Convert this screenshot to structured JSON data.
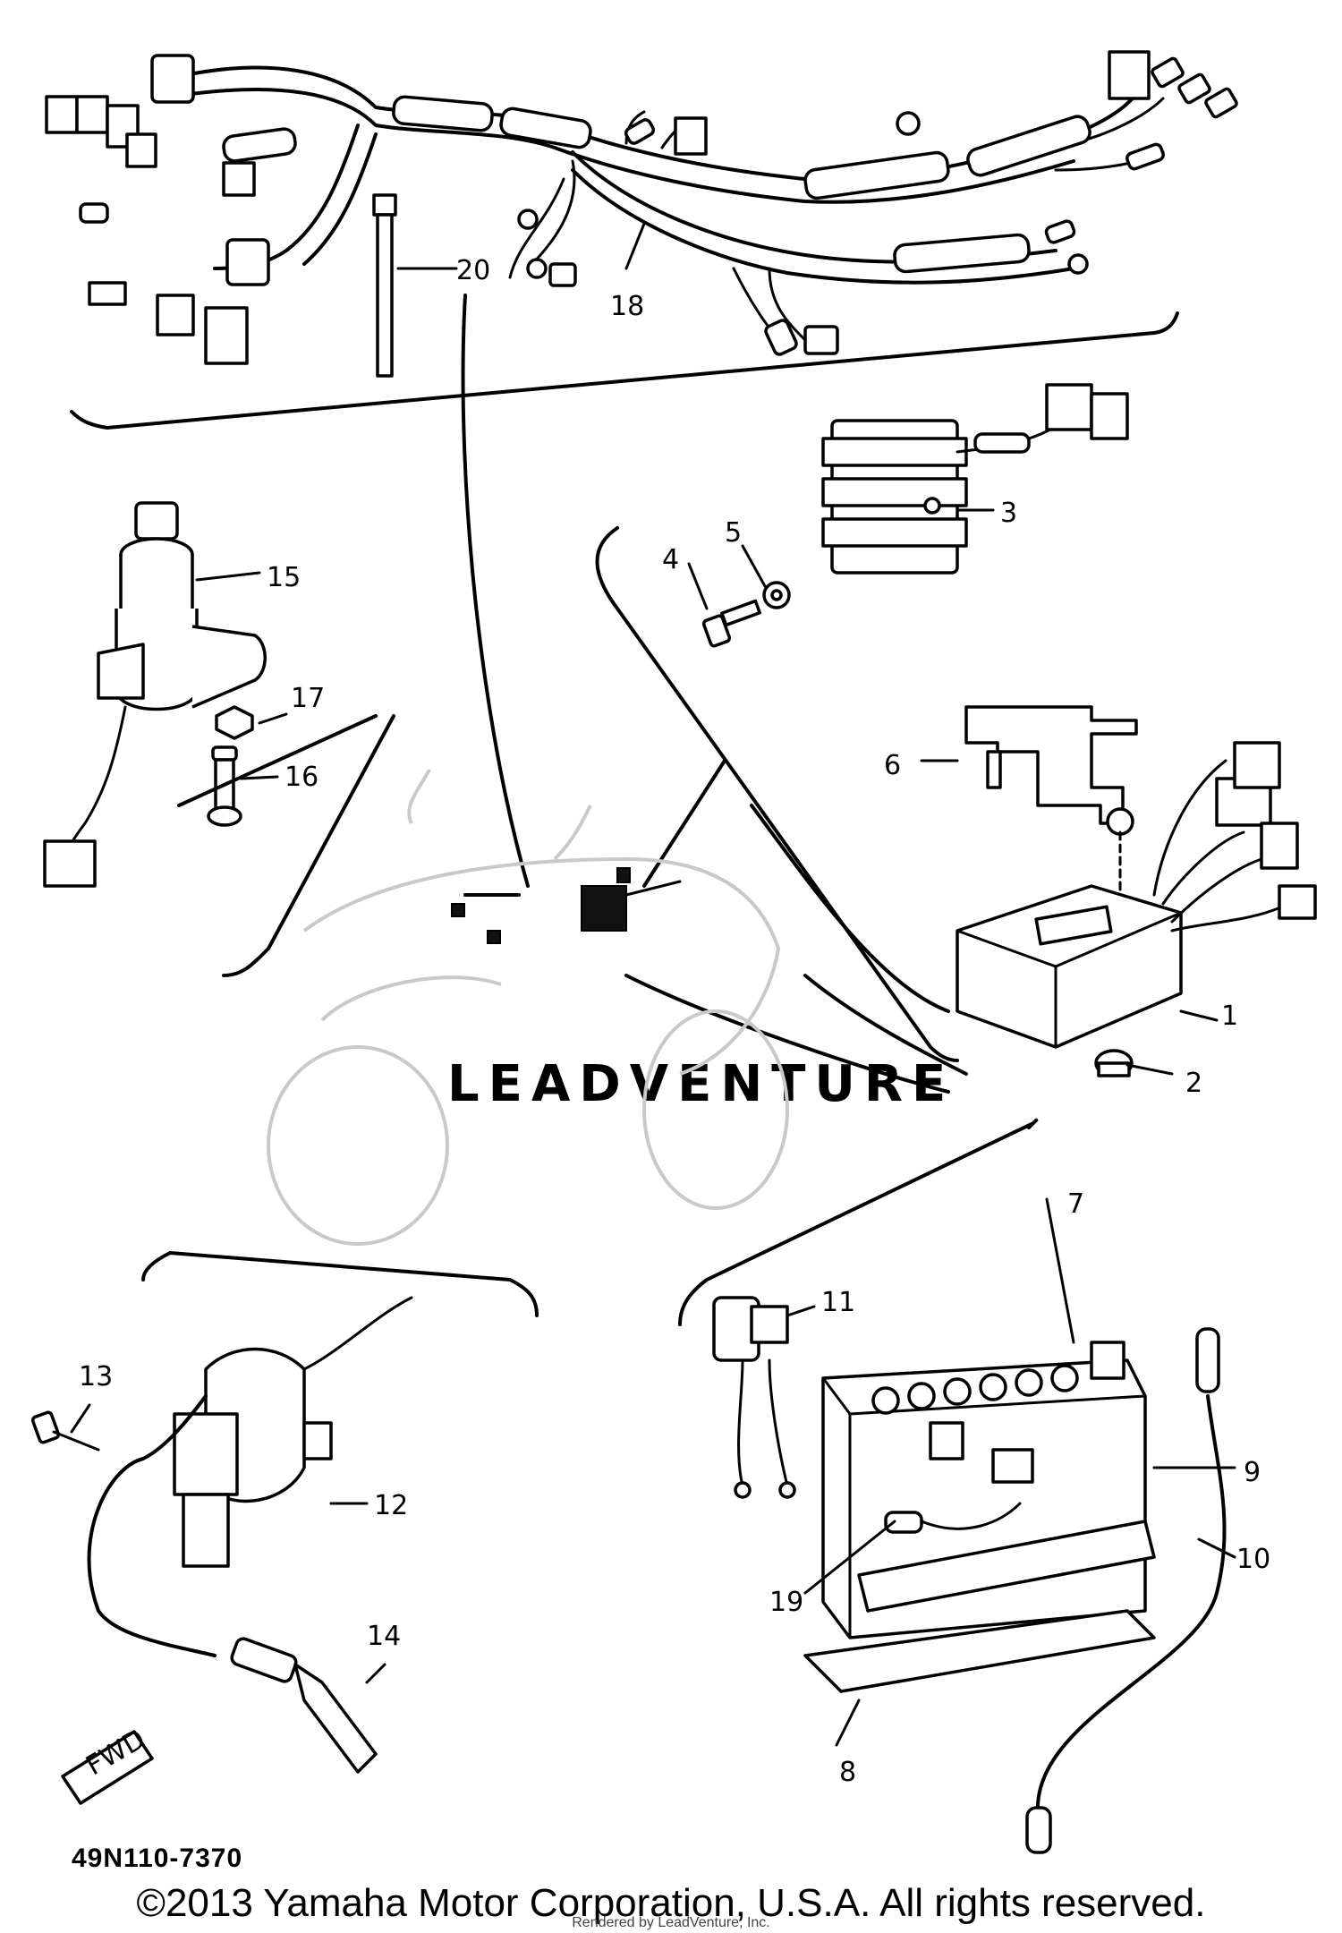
{
  "diagram": {
    "watermark": "LEADVENTURE",
    "drawing_code": "49N110-7370",
    "callouts": [
      "1",
      "2",
      "3",
      "4",
      "5",
      "6",
      "7",
      "8",
      "9",
      "10",
      "11",
      "12",
      "13",
      "14",
      "15",
      "16",
      "17",
      "18",
      "19",
      "20"
    ],
    "parts": [
      {
        "id": "18",
        "icon": "wire-harness-icon"
      },
      {
        "id": "20",
        "icon": "cable-tie-icon"
      },
      {
        "id": "3",
        "icon": "rectifier-regulator-icon"
      },
      {
        "id": "4",
        "icon": "bolt-icon"
      },
      {
        "id": "5",
        "icon": "washer-icon"
      },
      {
        "id": "6",
        "icon": "bracket-icon"
      },
      {
        "id": "1",
        "icon": "cdi-unit-icon"
      },
      {
        "id": "2",
        "icon": "grommet-icon"
      },
      {
        "id": "15",
        "icon": "main-switch-icon"
      },
      {
        "id": "16",
        "icon": "bolt-icon"
      },
      {
        "id": "17",
        "icon": "nut-icon"
      },
      {
        "id": "13",
        "icon": "bolt-icon"
      },
      {
        "id": "12",
        "icon": "ignition-coil-icon"
      },
      {
        "id": "14",
        "icon": "spark-plug-cap-icon"
      },
      {
        "id": "11",
        "icon": "starter-relay-icon"
      },
      {
        "id": "7",
        "icon": "battery-icon"
      },
      {
        "id": "8",
        "icon": "battery-pad-icon"
      },
      {
        "id": "9",
        "icon": "battery-band-icon"
      },
      {
        "id": "10",
        "icon": "breather-pipe-icon"
      },
      {
        "id": "19",
        "icon": "fuse-holder-icon"
      }
    ],
    "fwd_arrow": {
      "label": "FWD",
      "icon": "forward-arrow-icon"
    }
  },
  "footer": {
    "copyright": "©2013 Yamaha Motor Corporation, U.S.A. All rights reserved.",
    "rendered_by": "Rendered by LeadVenture, Inc."
  }
}
